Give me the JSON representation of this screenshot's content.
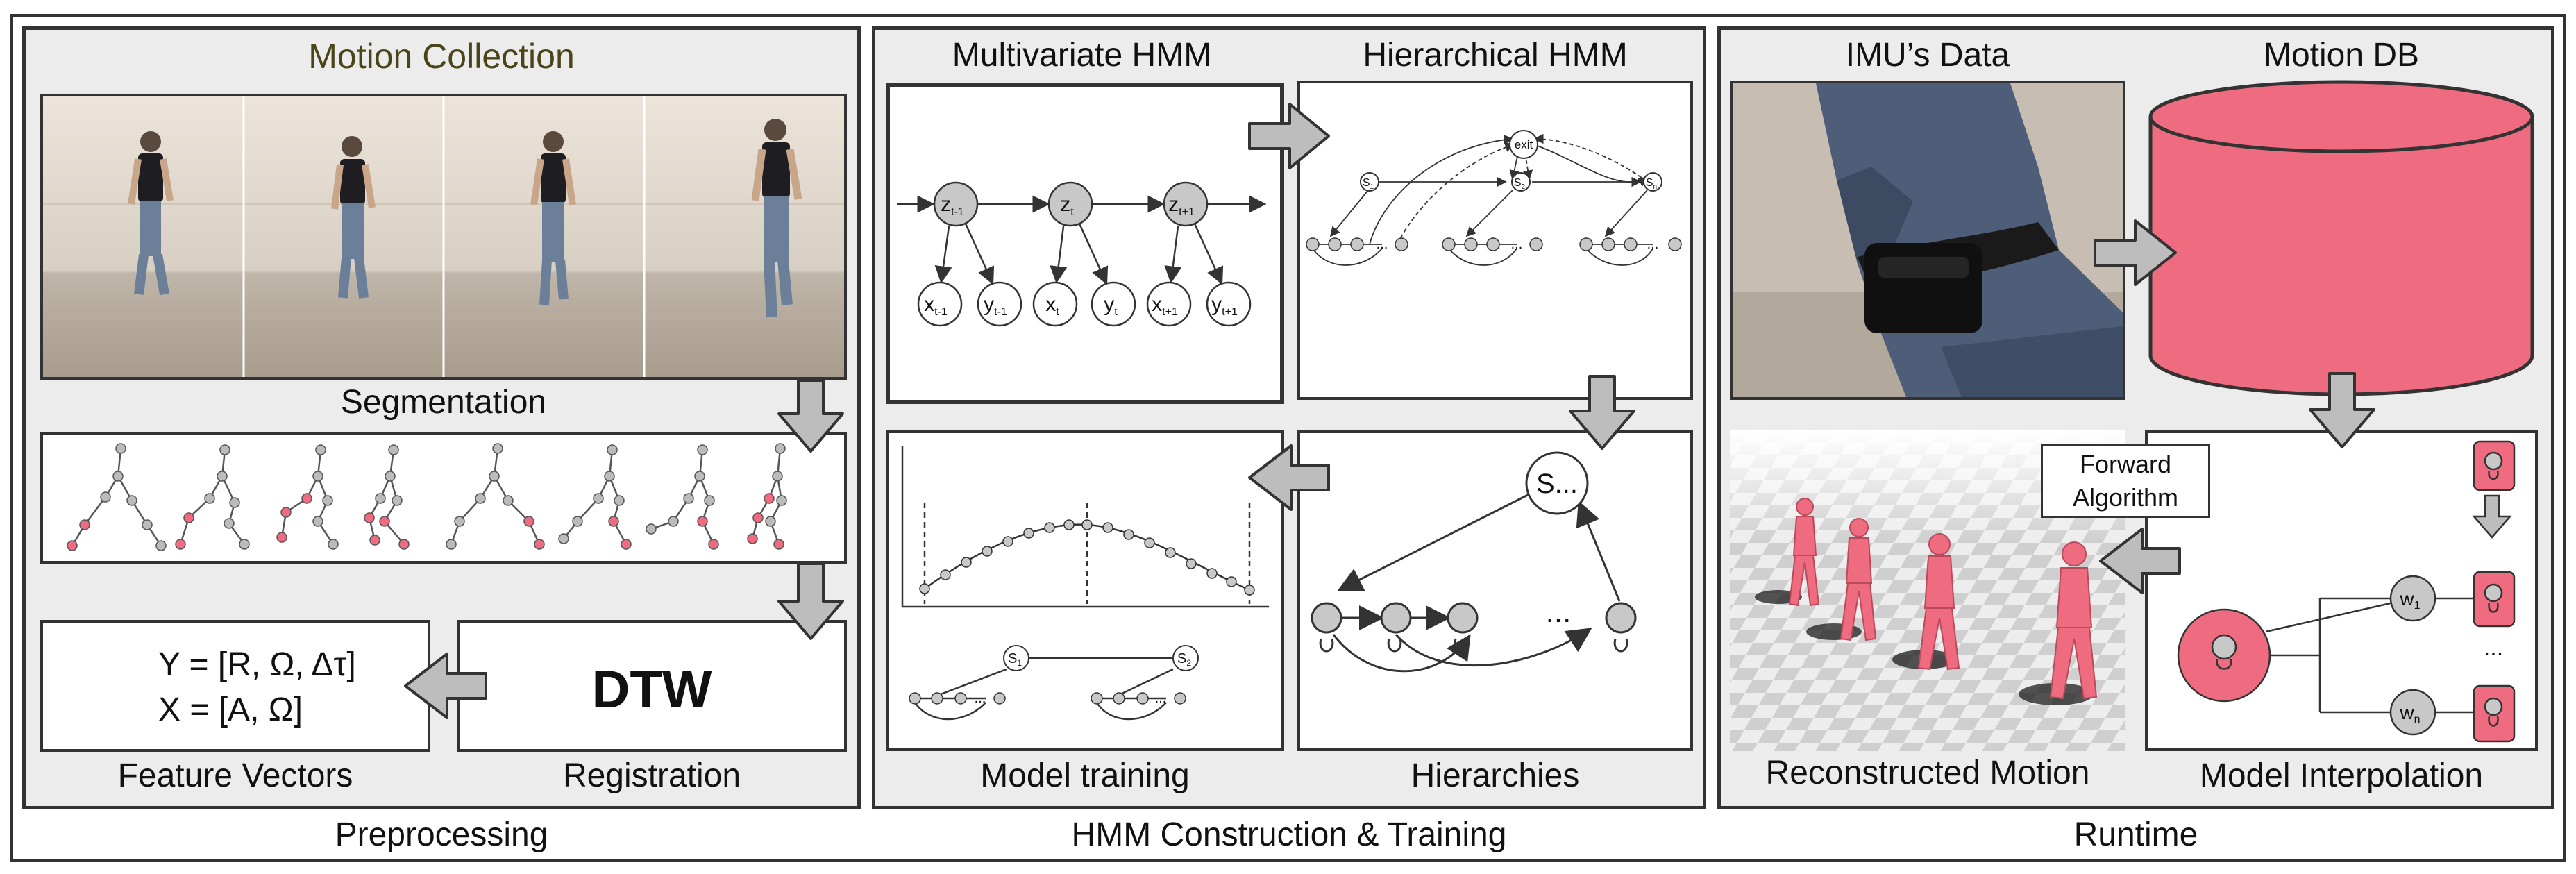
{
  "preprocessing": {
    "section_label": "Preprocessing",
    "motion_collection": "Motion Collection",
    "segmentation": "Segmentation",
    "feature_vectors": "Feature Vectors",
    "registration": "Registration",
    "dtw": "DTW",
    "eq_y": "Y = [R, Ω, Δτ]",
    "eq_x": "X = [A, Ω]"
  },
  "hmm": {
    "section_label": "HMM Construction & Training",
    "multivariate": "Multivariate HMM",
    "hierarchical": "Hierarchical HMM",
    "model_training": "Model training",
    "hierarchies": "Hierarchies",
    "nodes": {
      "z_prev": "z",
      "z_prev_sub": "t-1",
      "z_cur": "z",
      "z_cur_sub": "t",
      "z_next": "z",
      "z_next_sub": "t+1",
      "x_prev": "x",
      "x_prev_sub": "t-1",
      "y_prev": "y",
      "y_prev_sub": "t-1",
      "x_cur": "x",
      "x_cur_sub": "t",
      "y_cur": "y",
      "y_cur_sub": "t",
      "x_next": "x",
      "x_next_sub": "t+1",
      "y_next": "y",
      "y_next_sub": "t+1"
    },
    "exit": "exit",
    "s1": "S",
    "s1_sub": "1",
    "s2": "S",
    "s2_sub": "2",
    "sn": "S",
    "sn_sub": "n",
    "s_dots": "S...",
    "ellipsis": "..."
  },
  "runtime": {
    "section_label": "Runtime",
    "imu_data": "IMU’s Data",
    "motion_db": "Motion DB",
    "forward_line1": "Forward",
    "forward_line2": "Algorithm",
    "reconstructed": "Reconstructed Motion",
    "interpolation": "Model Interpolation",
    "w1": "w",
    "w1_sub": "1",
    "wn": "w",
    "wn_sub": "n",
    "ellipsis": "..."
  },
  "colors": {
    "panel_bg": "#ececec",
    "border": "#333333",
    "arrow_fill": "#bdbdbd",
    "pink": "#ee6b80",
    "node_gray": "#c8c8c8",
    "title_olive": "#4a4418"
  }
}
